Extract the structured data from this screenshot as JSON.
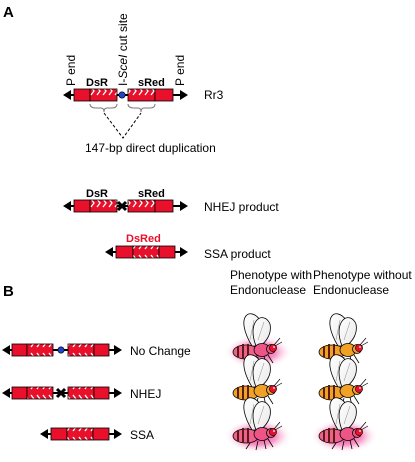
{
  "panel_a": {
    "label": "A",
    "rr3": {
      "p_end_left": "P end",
      "cut_site_prefix": "I-",
      "cut_site_italic": "SceI",
      "cut_site_suffix": " cut site",
      "p_end_right": "P end",
      "gene_left": "DsR",
      "gene_right": "sRed",
      "name": "Rr3",
      "duplication": "147-bp direct duplication"
    },
    "nhej": {
      "gene_left": "DsR",
      "gene_right": "sRed",
      "name": "NHEJ product"
    },
    "ssa": {
      "gene": "DsRed",
      "name": "SSA product",
      "gene_color": "#e8102a"
    }
  },
  "panel_b": {
    "label": "B",
    "col_with": [
      "Phenotype with",
      "Endonuclease"
    ],
    "col_without": [
      "Phenotype without",
      "Endonuclease"
    ],
    "rows": [
      {
        "label": "No Change",
        "with_red_eye": true,
        "without_red_eye": false
      },
      {
        "label": "NHEJ",
        "with_red_eye": false,
        "without_red_eye": false
      },
      {
        "label": "SSA",
        "with_red_eye": true,
        "without_red_eye": true
      }
    ]
  },
  "colors": {
    "box_red": "#e8102a",
    "cut_site_blue": "#2145c8",
    "fly_body": "#f2a127",
    "eye_red": "#e8102a",
    "glow": "#e8147a"
  }
}
